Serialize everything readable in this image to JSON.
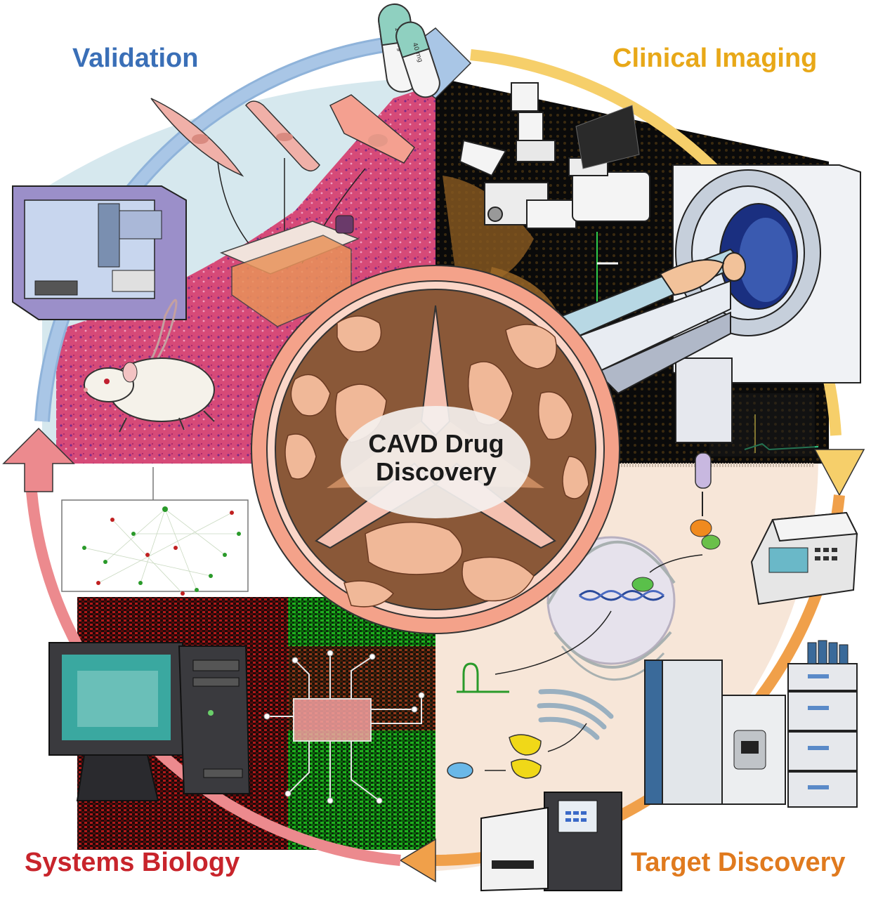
{
  "center": {
    "line1": "CAVD Drug",
    "line2": "Discovery"
  },
  "quadrants": [
    {
      "key": "validation",
      "label": "Validation",
      "color": "#3a6fb7"
    },
    {
      "key": "clinical",
      "label": "Clinical Imaging",
      "color": "#e8a818"
    },
    {
      "key": "systems",
      "label": "Systems Biology",
      "color": "#c8242b"
    },
    {
      "key": "target",
      "label": "Target Discovery",
      "color": "#e07a1e"
    }
  ],
  "pills": {
    "dose_a": "140 mg",
    "dose_b": "40 mg"
  },
  "icons": [
    "pill-capsule-icon",
    "culture-flask-icon",
    "lab-rat-icon",
    "robot-workstation-icon",
    "microscope-icon",
    "ct-scanner-icon",
    "patient-icon",
    "desktop-computer-icon",
    "circuit-chip-icon",
    "network-graph-icon",
    "heatmap-icon",
    "pcr-machine-icon",
    "mass-spectrometer-icon",
    "hplc-stack-icon",
    "sequencer-icon",
    "dna-helix-icon",
    "rna-hairpin-icon",
    "golgi-icon",
    "receptor-icon",
    "aortic-valve-icon"
  ]
}
